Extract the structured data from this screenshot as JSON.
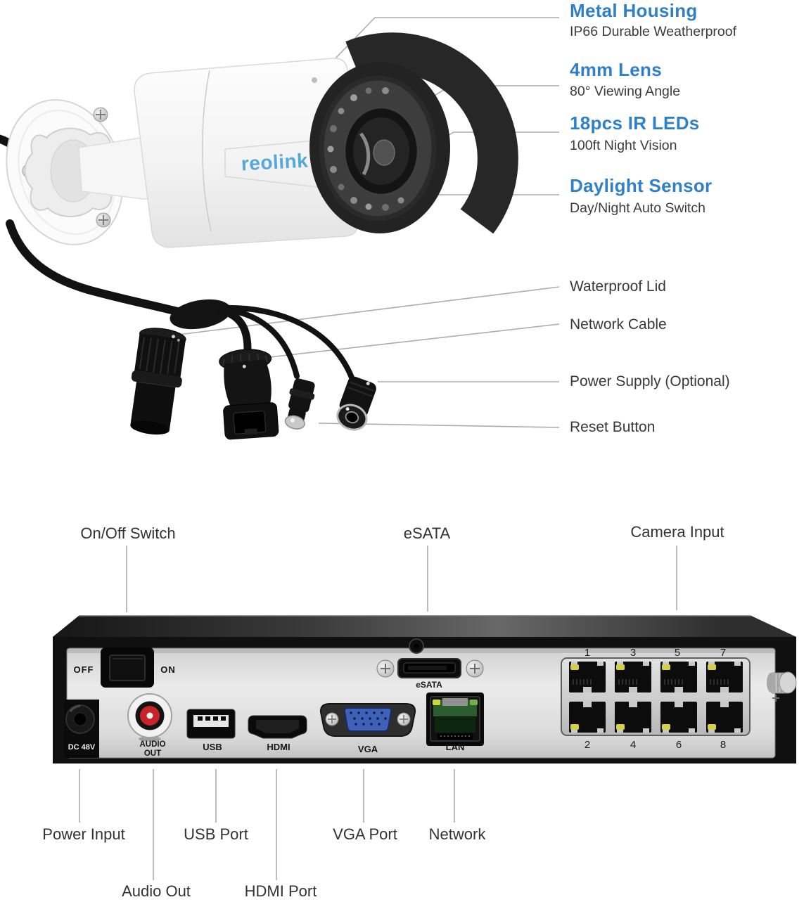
{
  "colors": {
    "accent_blue": "#2f80c8",
    "brand_blue": "#55a9da",
    "label_dark": "#3c3c3c",
    "led_yellow": "#d6cf48",
    "vga_blue": "#3f62b8",
    "rca_red": "#c9232a"
  },
  "camera": {
    "logo": "reolink",
    "callouts": [
      {
        "title": "Metal Housing",
        "subtitle": "IP66 Durable Weatherproof"
      },
      {
        "title": "4mm Lens",
        "subtitle": "80° Viewing Angle"
      },
      {
        "title": "18pcs IR LEDs",
        "subtitle": "100ft Night Vision"
      },
      {
        "title": "Daylight Sensor",
        "subtitle": "Day/Night Auto Switch"
      }
    ]
  },
  "cable": {
    "callouts": [
      {
        "label": "Waterproof Lid"
      },
      {
        "label": "Network Cable"
      },
      {
        "label": "Power Supply (Optional)"
      },
      {
        "label": "Reset Button"
      }
    ]
  },
  "nvr": {
    "top_callouts": [
      {
        "label": "On/Off Switch"
      },
      {
        "label": "eSATA"
      },
      {
        "label": "Camera Input"
      }
    ],
    "bottom_callouts_row1": [
      {
        "label": "Power Input"
      },
      {
        "label": "USB Port"
      },
      {
        "label": "VGA Port"
      },
      {
        "label": "Network"
      }
    ],
    "bottom_callouts_row2": [
      {
        "label": "Audio Out"
      },
      {
        "label": "HDMI Port"
      }
    ],
    "panel": {
      "off": "OFF",
      "on": "ON",
      "dc_input": "DC 48V",
      "audio_line1": "AUDIO",
      "audio_line2": "OUT",
      "usb": "USB",
      "hdmi": "HDMI",
      "vga": "VGA",
      "lan": "LAN",
      "esata": "eSATA",
      "port_numbers_top": [
        "1",
        "3",
        "5",
        "7"
      ],
      "port_numbers_bottom": [
        "2",
        "4",
        "6",
        "8"
      ]
    }
  }
}
